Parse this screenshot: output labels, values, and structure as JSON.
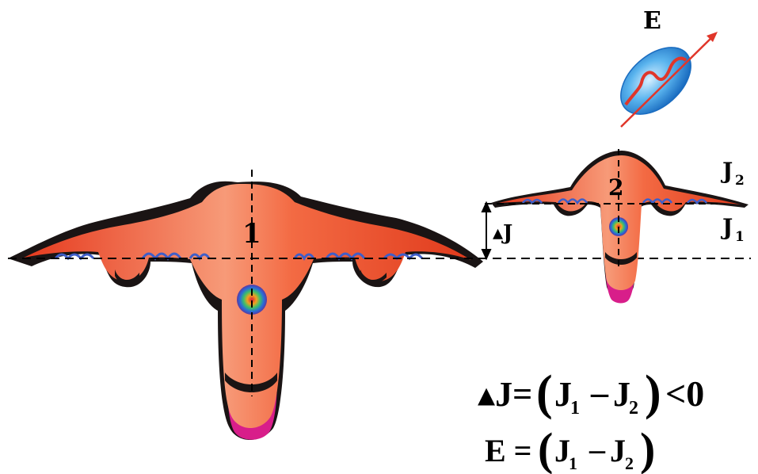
{
  "diagram": {
    "well_1_label": "1",
    "well_2_label": "2",
    "field_label": "E",
    "level_upper_label": "J",
    "level_upper_sub": "2",
    "level_lower_label": "J",
    "level_lower_sub": "1",
    "gap_label": "▴J",
    "equation_1": {
      "lhs": "▴J=",
      "j1": "J",
      "j1_sub": "1",
      "minus": "–",
      "j2": "J",
      "j2_sub": "2",
      "relation": "<0"
    },
    "equation_2": {
      "lhs": "E =",
      "j1": "J",
      "j1_sub": "1",
      "minus": "–",
      "j2": "J",
      "j2_sub": "2"
    }
  },
  "colors": {
    "well_fill": "#f0542a",
    "well_highlight": "#f7b59a",
    "well_edge": "#1a1414",
    "well_rim": "#d81e8a",
    "ripple": "#3f5ec8",
    "ellipse": "#2a8fd8",
    "wave": "#e0362a",
    "arrow": "#e0362a"
  }
}
